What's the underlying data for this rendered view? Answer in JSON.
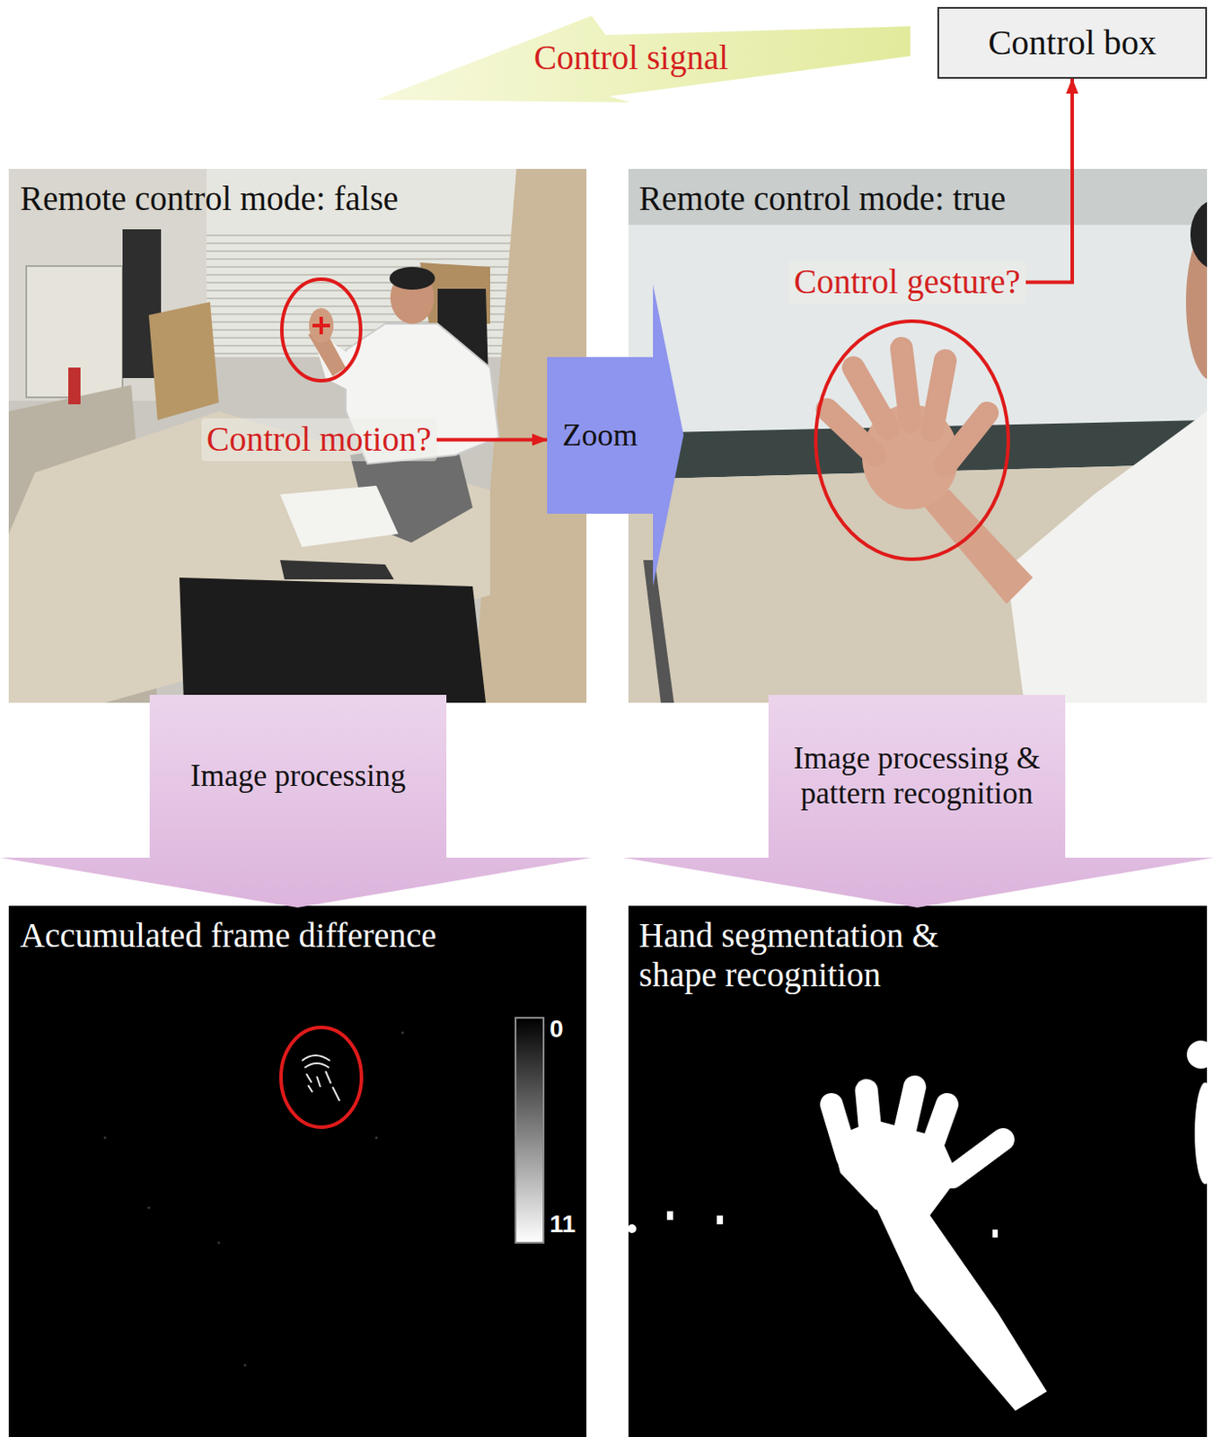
{
  "diagram": {
    "nodes": [
      {
        "text": [
          "Control box"
        ]
      },
      {
        "text": [
          "Control signal"
        ]
      },
      {
        "text": [
          "Remote control mode: false"
        ]
      },
      {
        "text": [
          "Control motion?"
        ],
        "in": 2
      },
      {
        "text": [
          "Zoom"
        ]
      },
      {
        "text": [
          "Remote control mode: true"
        ]
      },
      {
        "text": [
          "Control gesture?"
        ],
        "in": 5
      },
      {
        "text": [
          "Image processing"
        ]
      },
      {
        "text": [
          "Image processing & pattern recognition"
        ]
      },
      {
        "text": [
          "Accumulated frame difference"
        ]
      },
      {
        "text": [
          "Hand segmentation & shape recognition"
        ]
      }
    ],
    "edges": [
      {
        "from": 3,
        "to": 4,
        "arrow": "to"
      },
      {
        "from": 6,
        "to": 0,
        "arrow": "to"
      }
    ],
    "labels": [
      "0",
      "11"
    ]
  }
}
